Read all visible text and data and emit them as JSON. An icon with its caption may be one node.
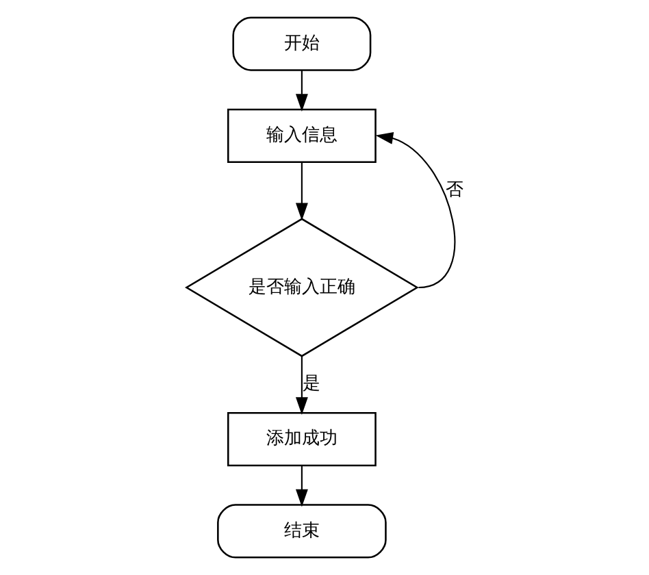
{
  "diagram": {
    "nodes": [
      {
        "text": [
          "开始"
        ]
      },
      {
        "text": [
          "输入信息"
        ]
      },
      {
        "text": [
          "是否输入正确"
        ]
      },
      {
        "text": [
          "添加成功"
        ]
      },
      {
        "text": [
          "结束"
        ]
      }
    ],
    "edges": [
      {
        "from": 0,
        "to": 1,
        "arrow": "to"
      },
      {
        "from": 1,
        "to": 2,
        "arrow": "to"
      },
      {
        "from": 2,
        "to": 1,
        "arrow": "to",
        "label": "否"
      },
      {
        "from": 2,
        "to": 3,
        "arrow": "to",
        "label": "是"
      },
      {
        "from": 3,
        "to": 4,
        "arrow": "to"
      }
    ]
  }
}
